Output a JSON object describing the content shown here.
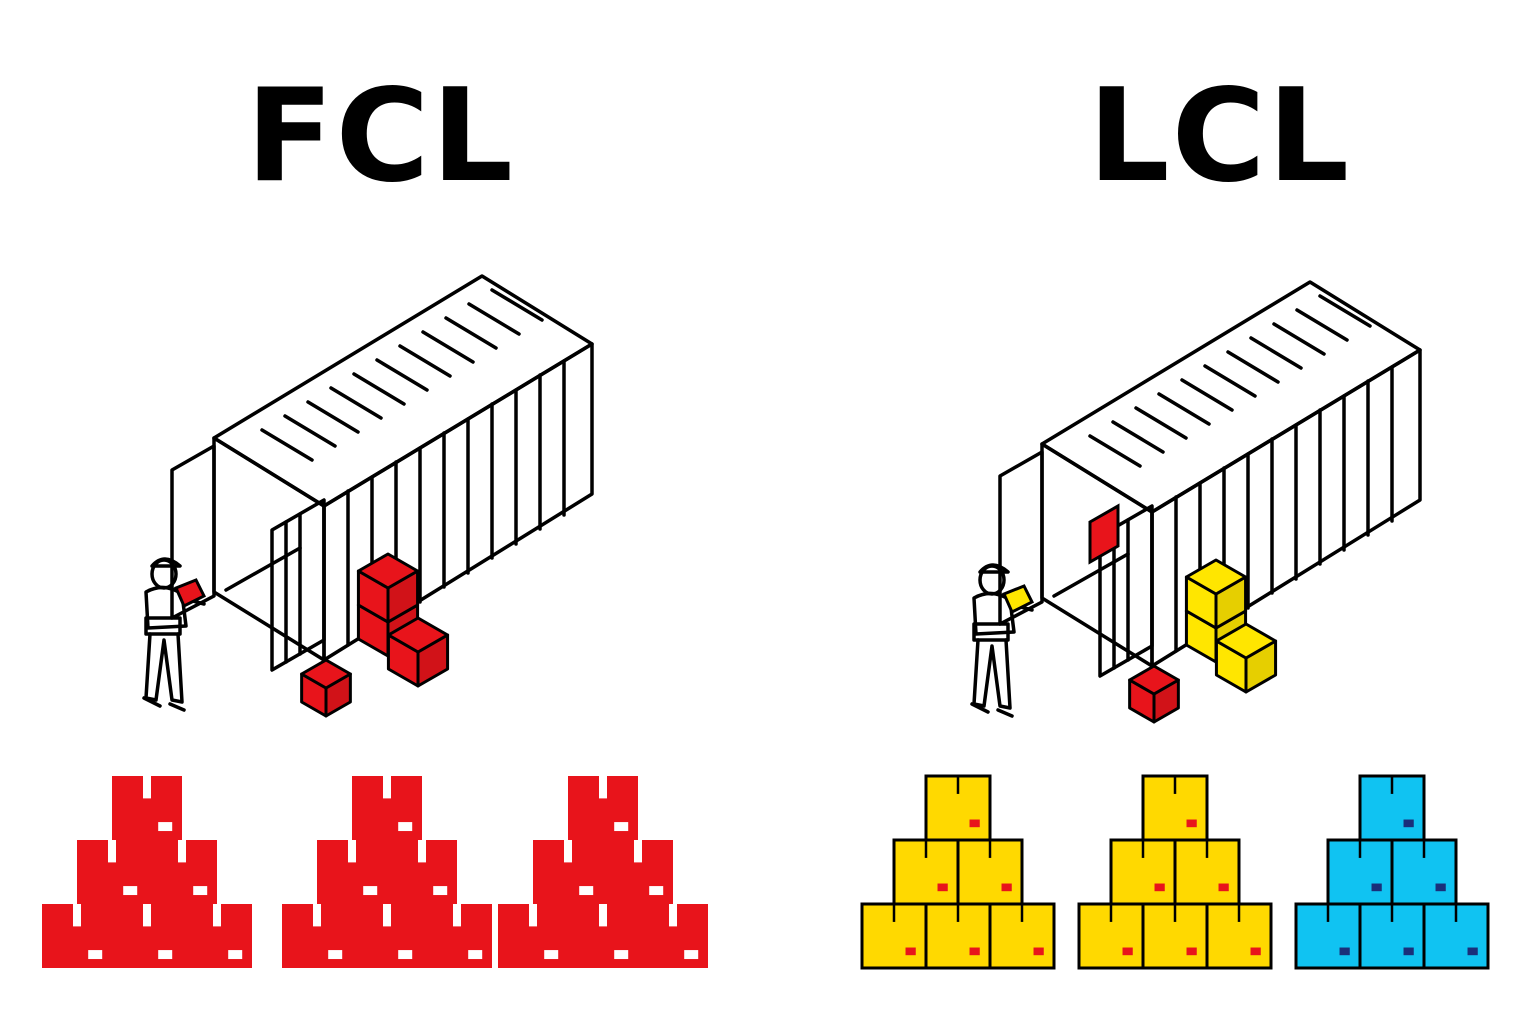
{
  "panels": [
    {
      "label": "FCL",
      "cargo_color": "#E8141B",
      "tag_color": "#FFFFFF",
      "pallet_count": 3,
      "pallets": [
        {
          "color": "#E8141B",
          "tag_color": "#FFFFFF"
        },
        {
          "color": "#E8141B",
          "tag_color": "#FFFFFF"
        },
        {
          "color": "#E8141B",
          "tag_color": "#FFFFFF"
        }
      ]
    },
    {
      "label": "LCL",
      "cargo_color": "#FFE600",
      "tag_color": "#E8141B",
      "pallet_count": 3,
      "pallets": [
        {
          "color": "#FFD900",
          "tag_color": "#E8141B"
        },
        {
          "color": "#FFD900",
          "tag_color": "#E8141B"
        },
        {
          "color": "#10C3F2",
          "tag_color": "#1A2F7A"
        }
      ]
    }
  ],
  "icons": [
    "shipping-container-icon",
    "worker-icon",
    "cargo-box-icon",
    "box-pyramid-icon"
  ]
}
